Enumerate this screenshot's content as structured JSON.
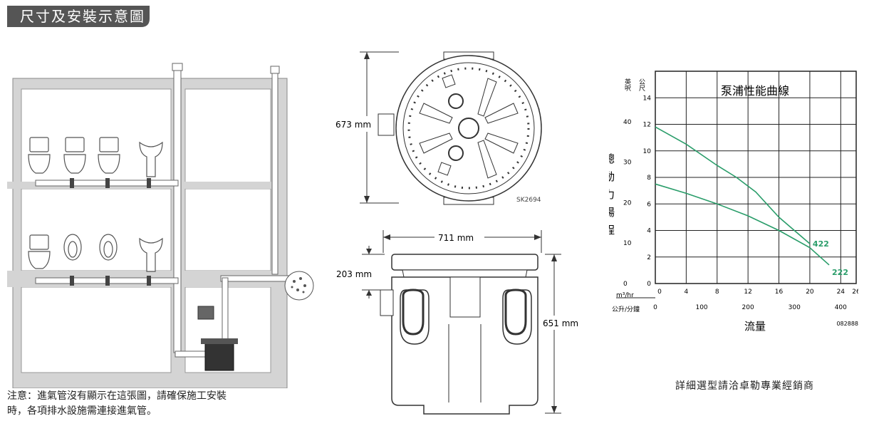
{
  "header": {
    "title": "尺寸及安裝示意圖"
  },
  "note": {
    "line1": "注意：進氣管沒有顯示在這張圖，請確保施工安裝",
    "line2": "時，各項排水設施需連接進氣管。"
  },
  "top_view": {
    "dim_height": "673 mm",
    "code": "SK2694"
  },
  "side_view": {
    "dim_width": "711 mm",
    "dim_top": "203 mm",
    "dim_height": "651 mm"
  },
  "contact": {
    "text": "詳細選型請洽卓勒專業經銷商"
  },
  "chart_data": {
    "type": "line",
    "title": "泵浦性能曲線",
    "ylabel_ft": "英呎",
    "ylabel_m": "公尺",
    "ylabel": "總動力揚程",
    "xlabel": "流量",
    "xunit_m3": "m³/hr",
    "xunit_lpm": "公升/分鐘",
    "code": "082888",
    "xlim": [
      0,
      26
    ],
    "ylim": [
      0,
      14
    ],
    "x_ticks": [
      0,
      4,
      8,
      12,
      16,
      20,
      24,
      26
    ],
    "x_tick_labels": [
      "0",
      "4",
      "8",
      "12",
      "16",
      "20",
      "24",
      "26"
    ],
    "lpm_ticks": [
      0,
      100,
      200,
      300,
      400
    ],
    "m_ticks": [
      0,
      2,
      4,
      6,
      8,
      10,
      12,
      14
    ],
    "ft_ticks": [
      0,
      10,
      20,
      30,
      40
    ],
    "series": [
      {
        "name": "422",
        "x": [
          0,
          4,
          8,
          10.5,
          13,
          16,
          20
        ],
        "y": [
          11.8,
          10.5,
          8.9,
          8.0,
          6.9,
          5.0,
          3.0
        ]
      },
      {
        "name": "222",
        "x": [
          0,
          4,
          8,
          12,
          16,
          20,
          22.5
        ],
        "y": [
          7.5,
          6.8,
          6.0,
          5.1,
          4.0,
          2.7,
          1.4
        ]
      }
    ],
    "line_color": "#2a9d6a",
    "grid": true
  }
}
